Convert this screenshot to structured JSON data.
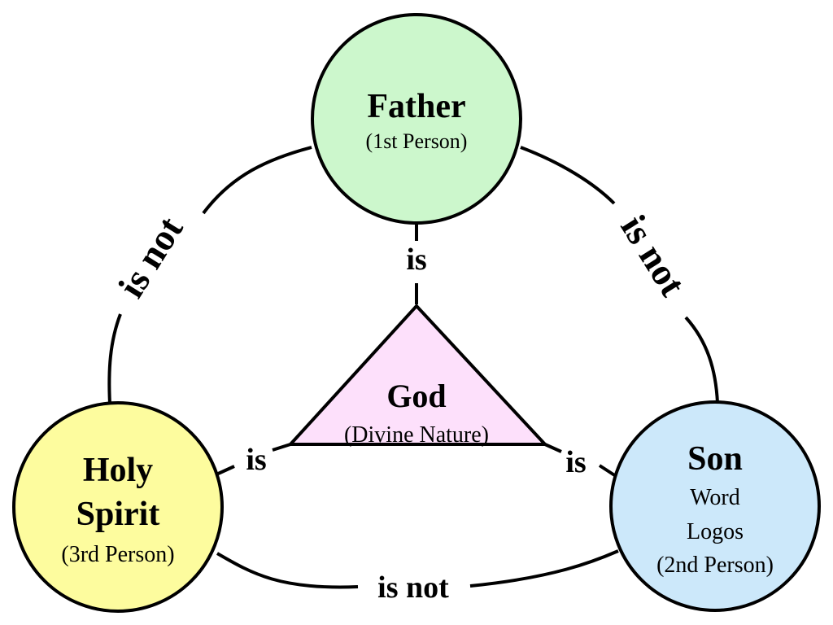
{
  "nodes": {
    "father": {
      "title": "Father",
      "subtitle": "(1st Person)",
      "fill": "#ccf7cc"
    },
    "son": {
      "title": "Son",
      "line1": "Word",
      "line2": "Logos",
      "subtitle": "(2nd Person)",
      "fill": "#cce8fa"
    },
    "holy_spirit": {
      "title_line1": "Holy",
      "title_line2": "Spirit",
      "subtitle": "(3rd Person)",
      "fill": "#fdfc9e"
    },
    "god": {
      "title": "God",
      "subtitle": "(Divine Nature)",
      "fill": "#fde0fb"
    }
  },
  "relations": {
    "father_god": "is",
    "spirit_god": "is",
    "son_god": "is",
    "father_spirit": "is not",
    "father_son": "is not",
    "spirit_son": "is not"
  },
  "colors": {
    "stroke": "#000000"
  }
}
